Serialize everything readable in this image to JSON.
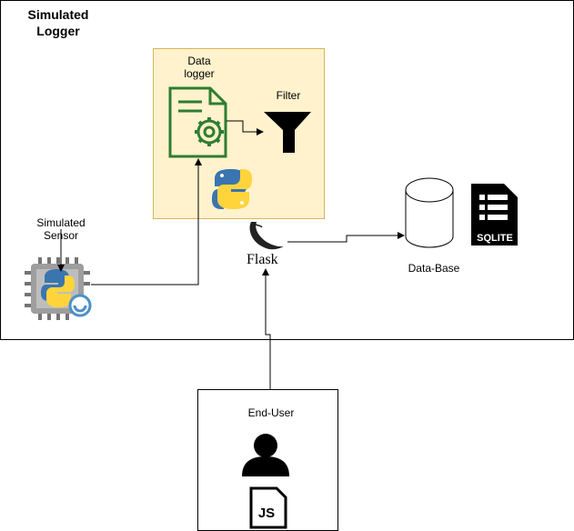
{
  "system": {
    "title": "Simulated Logger"
  },
  "data_logger": {
    "label": "Data logger"
  },
  "filter": {
    "label": "Filter"
  },
  "sensor": {
    "label": "Simulated Sensor"
  },
  "flask": {
    "label": "Flask"
  },
  "database": {
    "label": "Data-Base",
    "badge": "SQLITE"
  },
  "end_user": {
    "label": "End-User",
    "js_label": "JS"
  },
  "colors": {
    "logger_fill": "#fff2cc",
    "logger_border": "#d6b656",
    "doc_green": "#2e7d32",
    "python_blue": "#3a75b0",
    "python_yellow": "#ffd43b",
    "chip_gray": "#9e9e9e"
  }
}
